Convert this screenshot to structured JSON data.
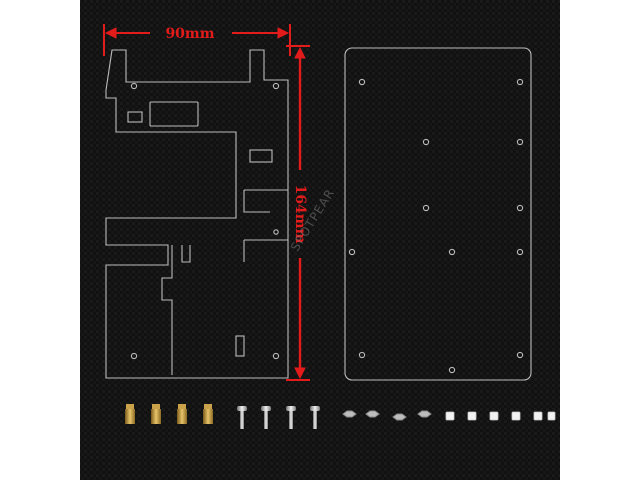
{
  "photo": {
    "subject": "acrylic-case-kit",
    "background_color": "#0f0f0f",
    "frame_color": "#ffffff"
  },
  "dimensions": {
    "width_label": "90mm",
    "height_label": "164mm",
    "color": "#e21b1b"
  },
  "watermark": {
    "text": "SPOTPEAR"
  },
  "hardware": {
    "brass_standoffs": 4,
    "screws": 4,
    "nuts": 4,
    "rubber_feet": 6
  }
}
